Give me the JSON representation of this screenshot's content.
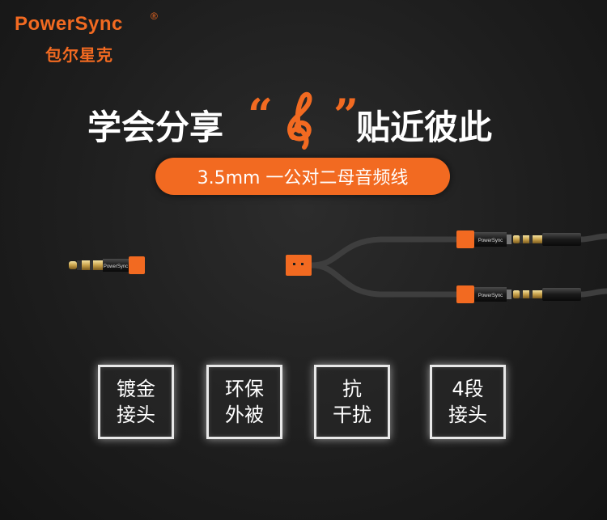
{
  "brand": {
    "name_en": "PowerSync",
    "registered": "®",
    "name_cn": "包尔星克",
    "color": "#f26a21"
  },
  "headline": {
    "left_text": "学会分享",
    "open_quote": "“",
    "icon": "treble-clef-icon",
    "close_quote": "”",
    "right_text": "贴近彼此"
  },
  "product_title": "3.5mm 一公对二母音频线",
  "cable_labels": {
    "plug_brand": "PowerSync",
    "jack_brand_top": "PowerSync",
    "jack_brand_bottom": "PowerSync"
  },
  "features": [
    {
      "line1": "镀金",
      "line2": "接头"
    },
    {
      "line1": "环保",
      "line2": "外被"
    },
    {
      "line1": "抗",
      "line2": "干扰"
    },
    {
      "line1": "4段",
      "line2": "接头"
    }
  ],
  "colors": {
    "accent": "#f26a21",
    "background": "#1e1e1e",
    "text": "#ffffff"
  }
}
